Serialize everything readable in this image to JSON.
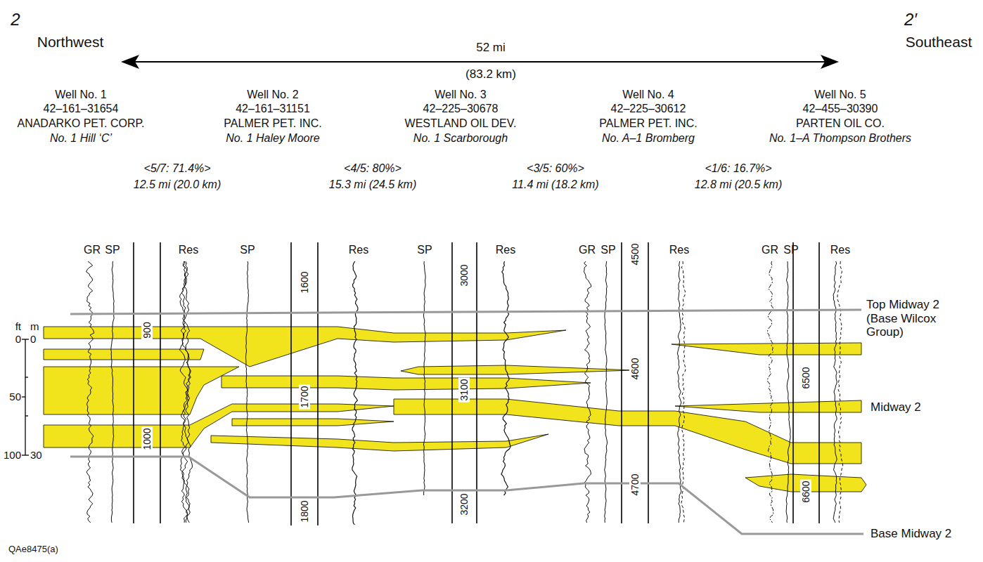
{
  "diagram": {
    "labels": [
      "2",
      "Northwest",
      "52 mi",
      "(83.2 km)",
      "2′",
      "Southeast",
      "Well No. 1",
      "42–161–31654",
      "ANADARKO PET. CORP.",
      "No. 1 Hill ‘C’",
      "Well No. 2",
      "42–161–31151",
      "PALMER PET. INC.",
      "No. 1 Haley Moore",
      "Well No. 3",
      "42–225–30678",
      "WESTLAND OIL DEV.",
      "No. 1 Scarborough",
      "Well No. 4",
      "42–225–30612",
      "PALMER PET. INC.",
      "No. A–1 Bromberg",
      "Well No. 5",
      "42–455–30390",
      "PARTEN OIL CO.",
      "No. 1–A Thompson Brothers",
      "<5/7: 71.4%>",
      "12.5 mi (20.0 km)",
      "<4/5: 80%>",
      "15.3 mi (24.5 km)",
      "<3/5: 60%>",
      "11.4 mi (18.2 km)",
      "<1/6: 16.7%>",
      "12.8 mi (20.5 km)",
      "GR",
      "SP",
      "Res",
      "SP",
      "Res",
      "SP",
      "Res",
      "GR",
      "SP",
      "Res",
      "GR",
      "SP",
      "Res",
      "900",
      "1000",
      "1600",
      "1700",
      "1800",
      "3000",
      "3100",
      "3200",
      "4500",
      "4600",
      "4700",
      "6500",
      "6600",
      "ft",
      "m",
      "0",
      "0",
      "50",
      "100",
      "30",
      "Top Midway 2 (Base Wilcox Group)",
      "Midway 2",
      "Base Midway 2",
      "QAe8475(a)"
    ]
  }
}
